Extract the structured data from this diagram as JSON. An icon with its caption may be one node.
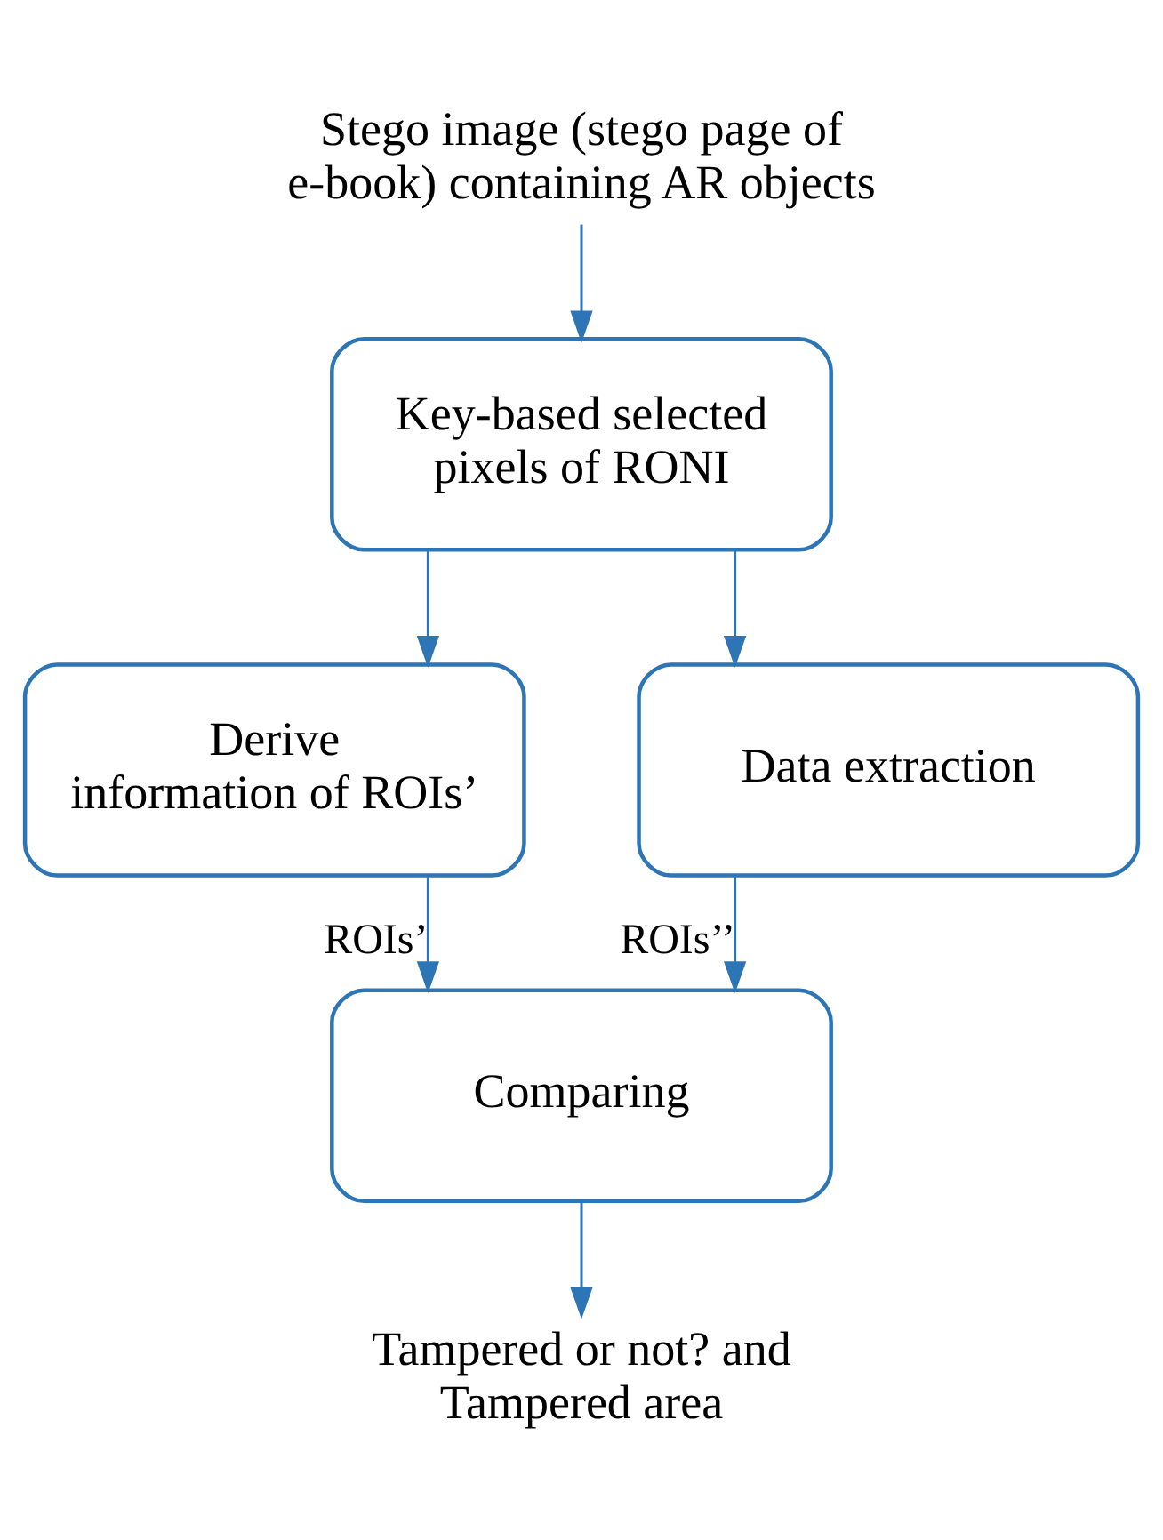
{
  "diagram": {
    "nodes": [
      {
        "text": [
          "Stego image (stego page of e-book) containing AR objects"
        ]
      },
      {
        "text": [
          "Key-based selected pixels of RONI"
        ]
      },
      {
        "text": [
          "Derive information of ROIs’"
        ]
      },
      {
        "text": [
          "Data extraction"
        ]
      },
      {
        "text": [
          "Comparing"
        ]
      },
      {
        "text": [
          "Tampered or not? and Tampered area"
        ]
      }
    ],
    "edges": [
      {
        "from": 0,
        "to": 1,
        "arrow": "to"
      },
      {
        "from": 1,
        "to": 2,
        "arrow": "to"
      },
      {
        "from": 1,
        "to": 3,
        "arrow": "to"
      },
      {
        "from": 2,
        "to": 4,
        "arrow": "to",
        "label": "ROIs’"
      },
      {
        "from": 3,
        "to": 4,
        "arrow": "to",
        "label": "ROIs’’"
      },
      {
        "from": 4,
        "to": 5,
        "arrow": "to"
      }
    ]
  }
}
